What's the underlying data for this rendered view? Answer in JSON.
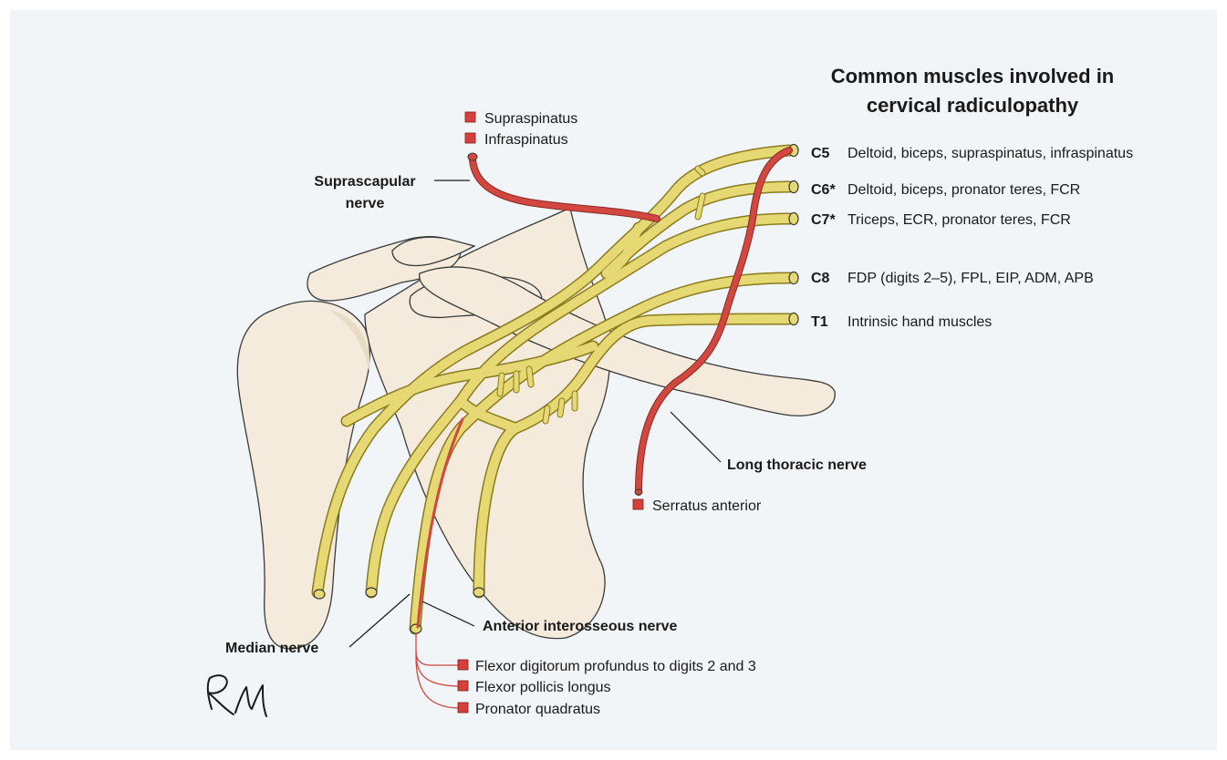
{
  "title": {
    "line1": "Common muscles involved in",
    "line2": "cervical radiculopathy"
  },
  "roots": [
    {
      "root": "C5",
      "muscles": "Deltoid, biceps, supraspinatus, infraspinatus"
    },
    {
      "root": "C6*",
      "muscles": "Deltoid, biceps, pronator teres, FCR"
    },
    {
      "root": "C7*",
      "muscles": "Triceps, ECR, pronator teres, FCR"
    },
    {
      "root": "C8",
      "muscles": "FDP (digits 2–5), FPL, EIP, ADM, APB"
    },
    {
      "root": "T1",
      "muscles": "Intrinsic hand muscles"
    }
  ],
  "nerves": {
    "suprascapular_line1": "Suprascapular",
    "suprascapular_line2": "nerve",
    "long_thoracic": "Long thoracic nerve",
    "median": "Median nerve",
    "anterior_interosseous": "Anterior interosseous nerve"
  },
  "muscle_targets": {
    "suprascapular": [
      "Supraspinatus",
      "Infraspinatus"
    ],
    "long_thoracic": [
      "Serratus anterior"
    ],
    "anterior_interosseous": [
      "Flexor digitorum profundus to digits 2 and 3",
      "Flexor pollicis longus",
      "Pronator quadratus"
    ]
  },
  "signature": "RM",
  "colors": {
    "background": "#f1f5f8",
    "bone": "#f4ebdc",
    "bone_outline": "#3a3a3a",
    "nerve_yellow": "#e6d873",
    "nerve_red": "#d2473f",
    "marker_red": "#d6403c"
  }
}
